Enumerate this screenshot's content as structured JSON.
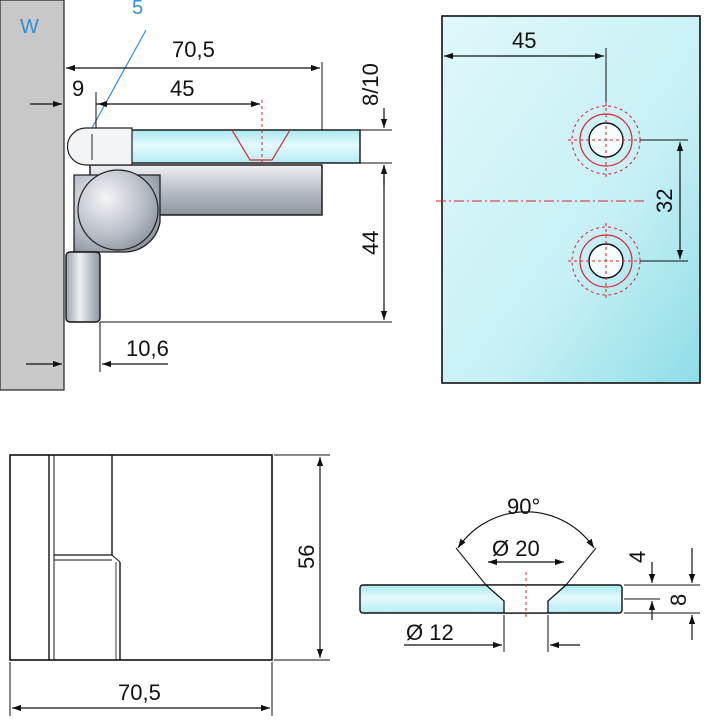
{
  "wall_label": "W",
  "seal_label": "5",
  "side_view": {
    "overall_width": "70,5",
    "offset": "9",
    "hole_distance": "45",
    "glass_thickness": "8/10",
    "height": "44",
    "wall_gap": "10,6"
  },
  "glass_view": {
    "hole_distance": "45",
    "hole_spacing": "32"
  },
  "front_view": {
    "height": "56",
    "width": "70,5"
  },
  "countersink_view": {
    "angle": "90°",
    "head_diameter": "Ø 20",
    "hole_diameter": "Ø 12",
    "countersink_depth": "4",
    "glass_thickness": "8"
  },
  "colors": {
    "glass": "#c8f2f6",
    "metal": "#c9ced6",
    "wall": "#c8c8c8",
    "accent": "#e0202a",
    "wall_label": "#2f8fd8"
  }
}
